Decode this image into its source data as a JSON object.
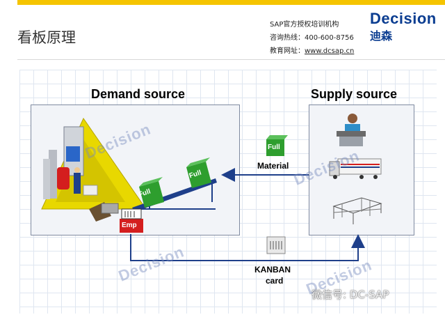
{
  "header": {
    "title": "看板原理",
    "org_line": "SAP官方授权培训机构",
    "hotline": "咨询热线：400-600-8756",
    "website_prefix": "教育网址：",
    "website_url": "www.dcsap.cn",
    "brand_en": "Decision",
    "brand_zh": "迪森"
  },
  "diagram": {
    "demand_title": "Demand source",
    "supply_title": "Supply source",
    "material_label": "Material",
    "kanban_line1": "KANBAN",
    "kanban_line2": "card",
    "box_full": "Full",
    "box_empty": "Emp",
    "watermark": "Decision"
  },
  "footer": {
    "wechat": "微信号: DC-SAP"
  },
  "colors": {
    "accent": "#f5c400",
    "brand": "#0b3d91",
    "arrow": "#1e3f8a",
    "box_green": "#2e9e2e"
  }
}
